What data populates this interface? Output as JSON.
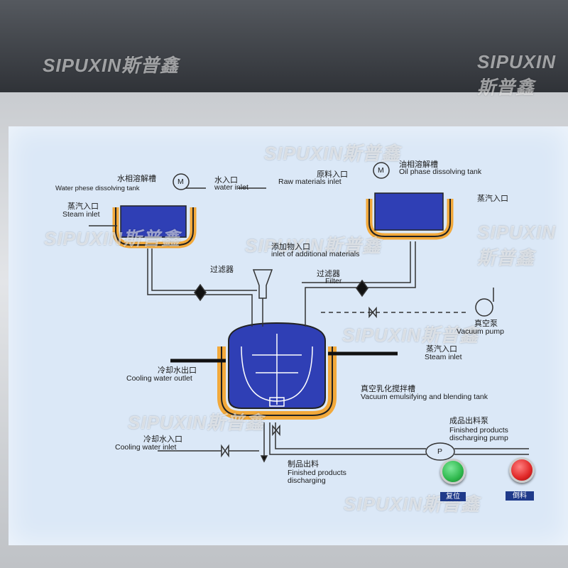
{
  "watermark": "SIPUXIN斯普鑫",
  "labels": {
    "water_tank_cn": "水相溶解槽",
    "water_tank_en": "Water phese dissolving tank",
    "water_inlet_cn": "水入口",
    "water_inlet_en": "water inlet",
    "raw_cn": "原料入口",
    "raw_en": "Raw materials inlet",
    "oil_tank_cn": "油相溶解槽",
    "oil_tank_en": "Oil phase dissolving tank",
    "steam_cn_left": "蒸汽入口",
    "steam_en_left": "Steam inlet",
    "steam_cn_right": "蒸汽入口",
    "additional_cn": "添加物入口",
    "additional_en": "inlet of additional materials",
    "filter_left_cn": "过滤器",
    "filter_right_cn": "过滤器",
    "filter_right_en": "Filter",
    "vacuum_pump_cn": "真空泵",
    "vacuum_pump_en": "Vacuum pump",
    "steam_cn_main": "蒸汽入口",
    "steam_en_main": "Steam inlet",
    "cool_out_cn": "冷却水出口",
    "cool_out_en": "Cooling water outlet",
    "tank_cn": "真空乳化搅拌槽",
    "tank_en": "Vacuum emulsifying and blending tank",
    "pump_cn": "成品出料泵",
    "pump_en1": "Finished products",
    "pump_en2": "discharging pump",
    "cool_in_cn": "冷却水入口",
    "cool_in_en": "Cooling water inlet",
    "disch_cn": "制品出料",
    "disch_en1": "Finished products",
    "disch_en2": "discharging",
    "motor": "M",
    "pump_symbol": "P"
  },
  "buttons": {
    "reset_label": "复位",
    "pour_label": "倒料",
    "reset_color": "#2eb84c",
    "pour_color": "#e02626"
  },
  "colors": {
    "tank_blue": "#2f3fb5",
    "jacket_orange": "#f2a93b",
    "line": "#333333"
  }
}
